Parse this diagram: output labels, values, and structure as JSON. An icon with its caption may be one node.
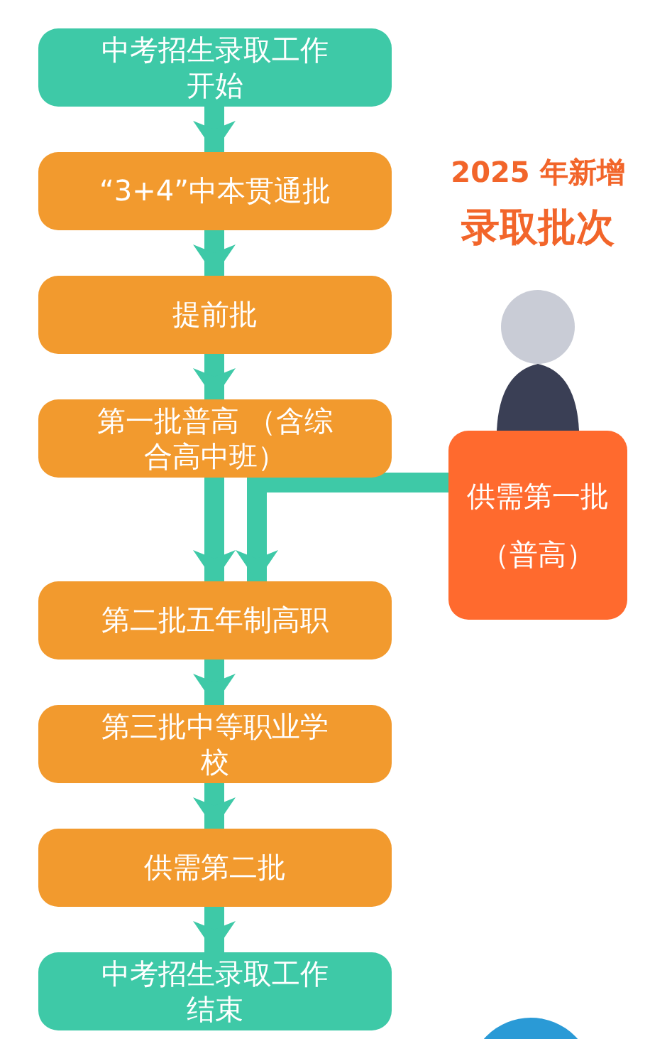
{
  "diagram": {
    "nodes": [
      {
        "text": [
          "中考招生录取工作开始"
        ]
      },
      {
        "text": [
          "“3+4”中本贯通批"
        ]
      },
      {
        "text": [
          "提前批"
        ]
      },
      {
        "text": [
          "第一批普高 （含综合高中班）"
        ]
      },
      {
        "text": [
          "第二批五年制高职"
        ]
      },
      {
        "text": [
          "第三批中等职业学校"
        ]
      },
      {
        "text": [
          "供需第二批"
        ]
      },
      {
        "text": [
          "中考招生录取工作结束"
        ]
      },
      {
        "text": [
          "供需第一批",
          "（普高）"
        ]
      }
    ],
    "edges": [
      {
        "from": 0,
        "to": 1,
        "arrow": "to"
      },
      {
        "from": 1,
        "to": 2,
        "arrow": "to"
      },
      {
        "from": 2,
        "to": 3,
        "arrow": "to"
      },
      {
        "from": 3,
        "to": 4,
        "arrow": "to"
      },
      {
        "from": 4,
        "to": 5,
        "arrow": "to"
      },
      {
        "from": 5,
        "to": 6,
        "arrow": "to"
      },
      {
        "from": 6,
        "to": 7,
        "arrow": "to"
      },
      {
        "from": 8,
        "to": 4,
        "arrow": "to"
      }
    ],
    "labels": [
      "2025 年新增",
      "录取批次"
    ]
  }
}
